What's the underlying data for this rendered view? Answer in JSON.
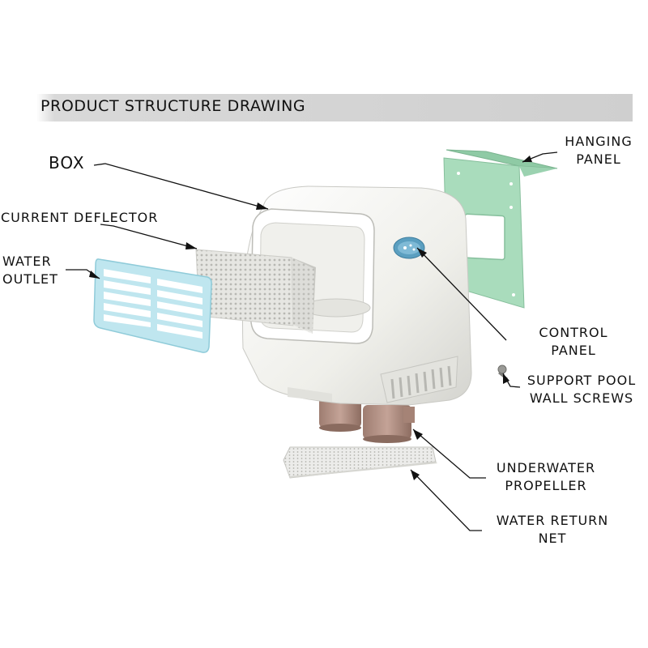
{
  "title": "PRODUCT STRUCTURE DRAWING",
  "labels": {
    "box": "BOX",
    "hanging_panel_1": "HANGING",
    "hanging_panel_2": "PANEL",
    "current_deflector": "CURRENT  DEFLECTOR",
    "water_outlet_1": "WATER",
    "water_outlet_2": "OUTLET",
    "control_panel_1": "CONTROL",
    "control_panel_2": "PANEL",
    "support_screws_1": "SUPPORT POOL",
    "support_screws_2": "WALL SCREWS",
    "propeller_1": "UNDERWATER",
    "propeller_2": "PROPELLER",
    "return_net_1": "WATER RETURN",
    "return_net_2": "NET"
  },
  "colors": {
    "box_body": "#f1f1ec",
    "hanging_panel": "#a9dcbc",
    "water_outlet_grille": "#bfe6ef",
    "propeller": "#b8978a",
    "control_panel": "#5b9fc0"
  }
}
